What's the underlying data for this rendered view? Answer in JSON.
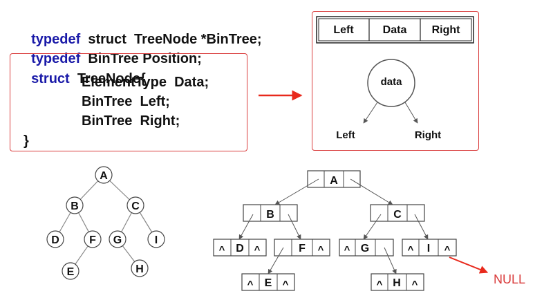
{
  "code": {
    "line1": {
      "kw": "typedef",
      "rest": "  struct  TreeNode *BinTree;"
    },
    "line2": {
      "kw": "typedef",
      "rest": "  BinTree Position;"
    },
    "line3": {
      "kw": "struct",
      "rest": "  TreeNode{"
    },
    "line4": "ElementType  Data;",
    "line5": "BinTree  Left;",
    "line6": "BinTree  Right;",
    "line7": "}"
  },
  "struct_diagram": {
    "fields": [
      "Left",
      "Data",
      "Right"
    ],
    "node_label": "data",
    "left_label": "Left",
    "right_label": "Right"
  },
  "tree": {
    "nodes": [
      "A",
      "B",
      "C",
      "D",
      "F",
      "G",
      "I",
      "E",
      "H"
    ]
  },
  "linked_tree": {
    "null_marker": "^",
    "null_label": "NULL"
  },
  "colors": {
    "keyword": "#1a1aa8",
    "frame": "#d93a3a",
    "arrow": "#e8291c"
  }
}
